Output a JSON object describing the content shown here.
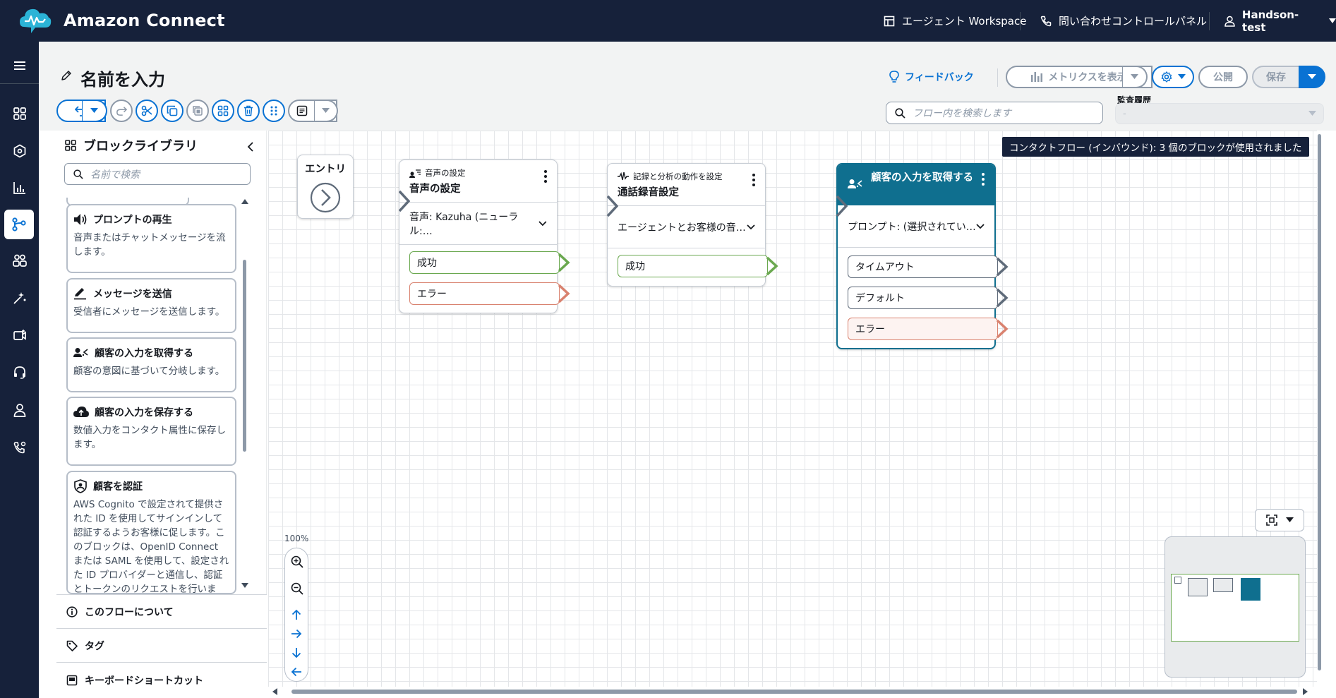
{
  "app": {
    "title": "Amazon Connect"
  },
  "topbar": {
    "workspace_label": "エージェント Workspace",
    "ccp_label": "問い合わせコントロールパネル",
    "user_label": "Handson-test"
  },
  "flow": {
    "title": "名前を入力",
    "feedback_label": "フィードバック",
    "metrics_label": "メトリクスを表示",
    "publish_label": "公開",
    "save_label": "保存",
    "search_placeholder": "フロー内を検索します",
    "audit_label": "監査履歴",
    "audit_value": "-"
  },
  "library": {
    "title": "ブロックライブラリ",
    "search_placeholder": "名前で検索",
    "cards": [
      {
        "title": "プロンプトの再生",
        "desc": "音声またはチャットメッセージを流します。",
        "icon": "speaker-icon"
      },
      {
        "title": "メッセージを送信",
        "desc": "受信者にメッセージを送信します。",
        "icon": "pen-icon"
      },
      {
        "title": "顧客の入力を取得する",
        "desc": "顧客の意図に基づいて分岐します。",
        "icon": "customer-input-icon"
      },
      {
        "title": "顧客の入力を保存する",
        "desc": "数値入力をコンタクト属性に保存します。",
        "icon": "cloud-upload-icon"
      },
      {
        "title": "顧客を認証",
        "desc": "AWS Cognito で設定されて提供された ID を使用してサインインして認証するようお客様に促します。このブロックは、OpenID Connect または SAML を使用して、設定された ID プロバイダーと通信し、認証とトークンのリクエストを行います。",
        "icon": "shield-user-icon"
      }
    ],
    "about_label": "このフローについて",
    "tags_label": "タグ",
    "shortcuts_label": "キーボードショートカット"
  },
  "canvas": {
    "tooltip": "コンタクトフロー (インバウンド): 3 個のブロックが使用されました",
    "zoom": "100%",
    "entry_label": "エントリ",
    "blocks": [
      {
        "type": "音声の設定",
        "name": "音声の設定",
        "select": "音声: Kazuha (ニューラル:…",
        "branches": [
          "成功",
          "エラー"
        ]
      },
      {
        "type": "記録と分析の動作を設定",
        "name": "通話録音設定",
        "select": "エージェントとお客様の音…",
        "branches": [
          "成功"
        ]
      },
      {
        "type": "",
        "name": "顧客の入力を取得する",
        "select": "プロンプト: (選択されてい…",
        "branches": [
          "タイムアウト",
          "デフォルト",
          "エラー"
        ]
      }
    ]
  },
  "colors": {
    "nav": "#16213a",
    "accent": "#0972d3",
    "teal": "#0f6f8f",
    "success": "#6aa84f",
    "error": "#d9826f",
    "logo": "#2bb3d6"
  }
}
